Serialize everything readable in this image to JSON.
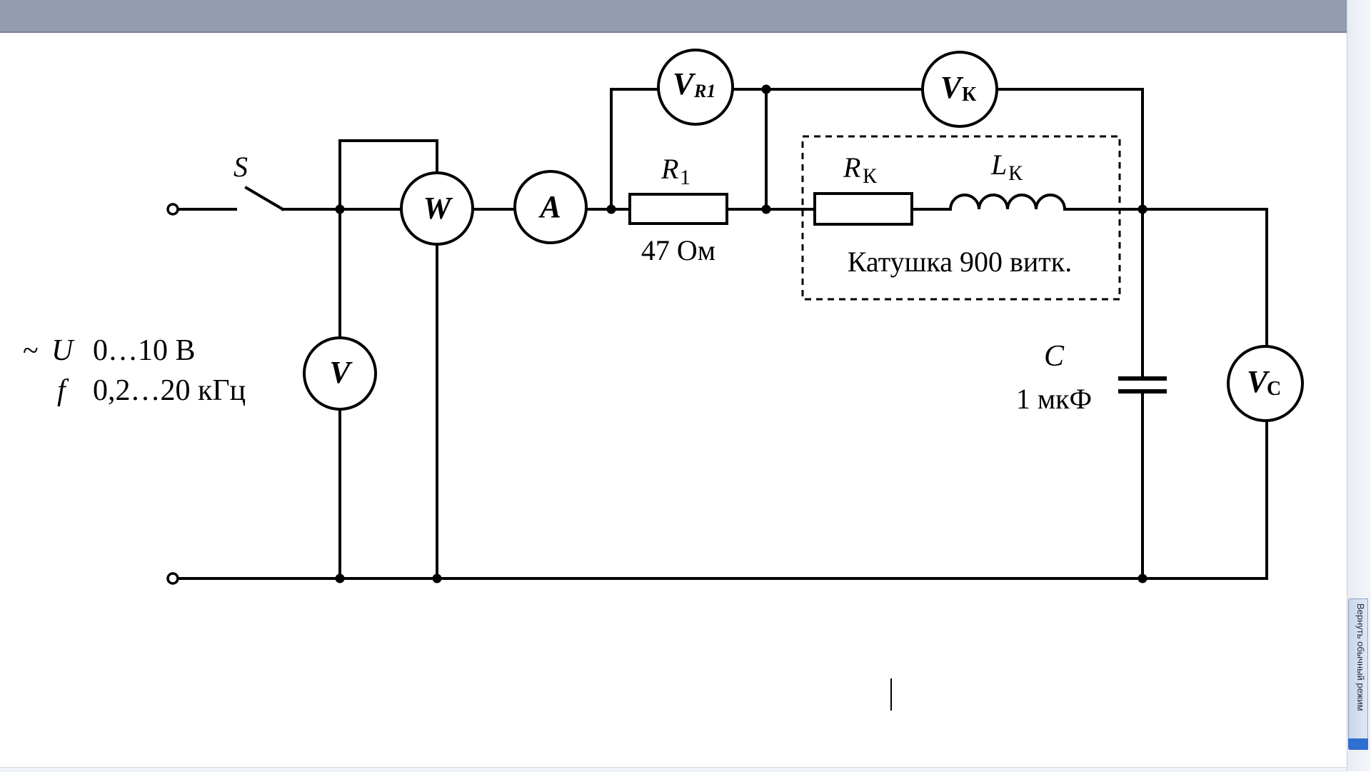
{
  "diagram": {
    "source": {
      "tilde": "~",
      "u_symbol": "U",
      "u_range": "0…10 В",
      "f_symbol": "f",
      "f_range": "0,2…20 кГц"
    },
    "switch_label": "S",
    "meters": {
      "v": "V",
      "w": "W",
      "a": "A",
      "vr1_main": "V",
      "vr1_sub": "R1",
      "vk_main": "V",
      "vk_sub": "К",
      "vc_main": "V",
      "vc_sub": "C"
    },
    "resistor_r1": {
      "symbol": "R",
      "subscript": "1",
      "value": "47 Ом"
    },
    "coil": {
      "r_symbol": "R",
      "r_subscript": "К",
      "l_symbol": "L",
      "l_subscript": "К",
      "caption": "Катушка 900 витк."
    },
    "capacitor": {
      "symbol": "C",
      "value": "1 мкФ"
    }
  },
  "side_panel": {
    "restore_label": "Вернуть обычный режим"
  }
}
